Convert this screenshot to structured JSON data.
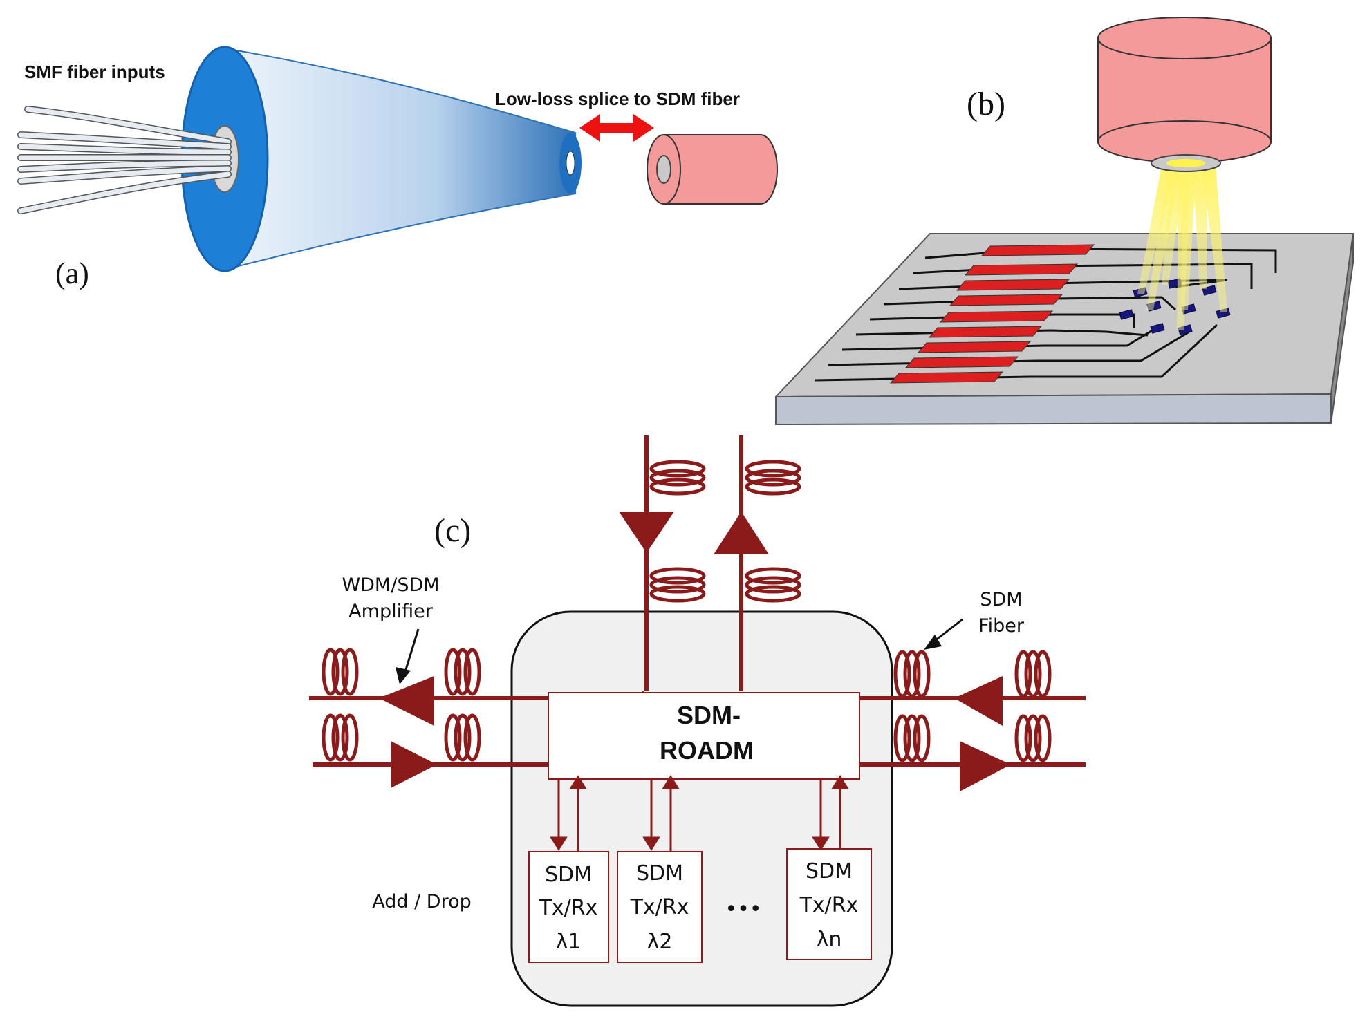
{
  "panel_a": {
    "label": "(a)",
    "smf_inputs": "SMF fiber inputs",
    "splice": "Low-loss splice to SDM fiber"
  },
  "panel_b": {
    "label": "(b)"
  },
  "panel_c": {
    "label": "(c)",
    "amplifier_line1": "WDM/SDM",
    "amplifier_line2": "Amplifier",
    "fiber_line1": "SDM",
    "fiber_line2": "Fiber",
    "roadm_line1": "SDM-",
    "roadm_line2": "ROADM",
    "add_drop": "Add / Drop",
    "ellipsis": "•••",
    "transceivers": [
      {
        "line1": "SDM",
        "line2": "Tx/Rx",
        "line3": "λ1"
      },
      {
        "line1": "SDM",
        "line2": "Tx/Rx",
        "line3": "λ2"
      },
      {
        "line1": "SDM",
        "line2": "Tx/Rx",
        "line3": "λn"
      }
    ]
  },
  "colors": {
    "fiber_red": "#8b1a1a",
    "pink": "#f59a9a",
    "blue": "#1e7fd6",
    "yellow": "#f5f000",
    "chip_gray": "#c8c8c8",
    "box_bg": "#f0f0f0"
  }
}
